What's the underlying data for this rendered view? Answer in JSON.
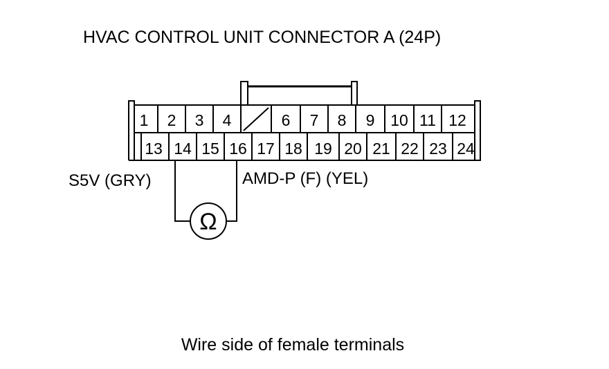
{
  "title": "HVAC CONTROL UNIT CONNECTOR A (24P)",
  "connector": {
    "top_row": [
      "1",
      "2",
      "3",
      "4",
      "",
      "6",
      "7",
      "8",
      "9",
      "10",
      "11",
      "12"
    ],
    "bottom_row": [
      "13",
      "14",
      "15",
      "16",
      "17",
      "18",
      "19",
      "20",
      "21",
      "22",
      "23",
      "24"
    ]
  },
  "wires": {
    "left_label": "S5V (GRY)",
    "right_label": "AMD-P (F) (YEL)",
    "meter_symbol": "Ω",
    "meter_icon": "ohmmeter-icon"
  },
  "caption": "Wire side of female terminals"
}
